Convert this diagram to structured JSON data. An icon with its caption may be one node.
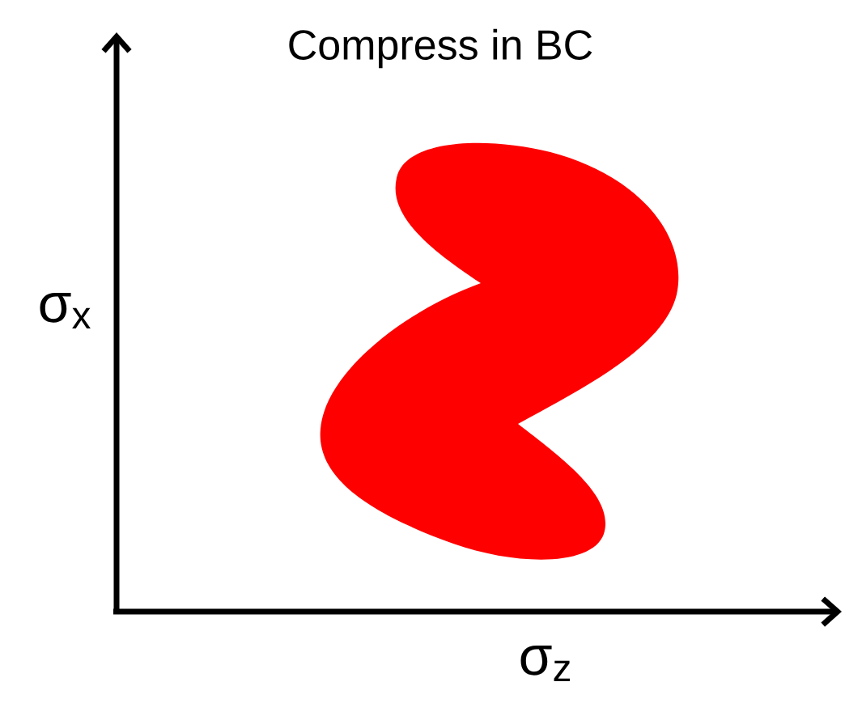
{
  "diagram": {
    "title": "Compress in BC",
    "labels": [
      "σ$_{x}$",
      "σ$_{z}$"
    ]
  }
}
